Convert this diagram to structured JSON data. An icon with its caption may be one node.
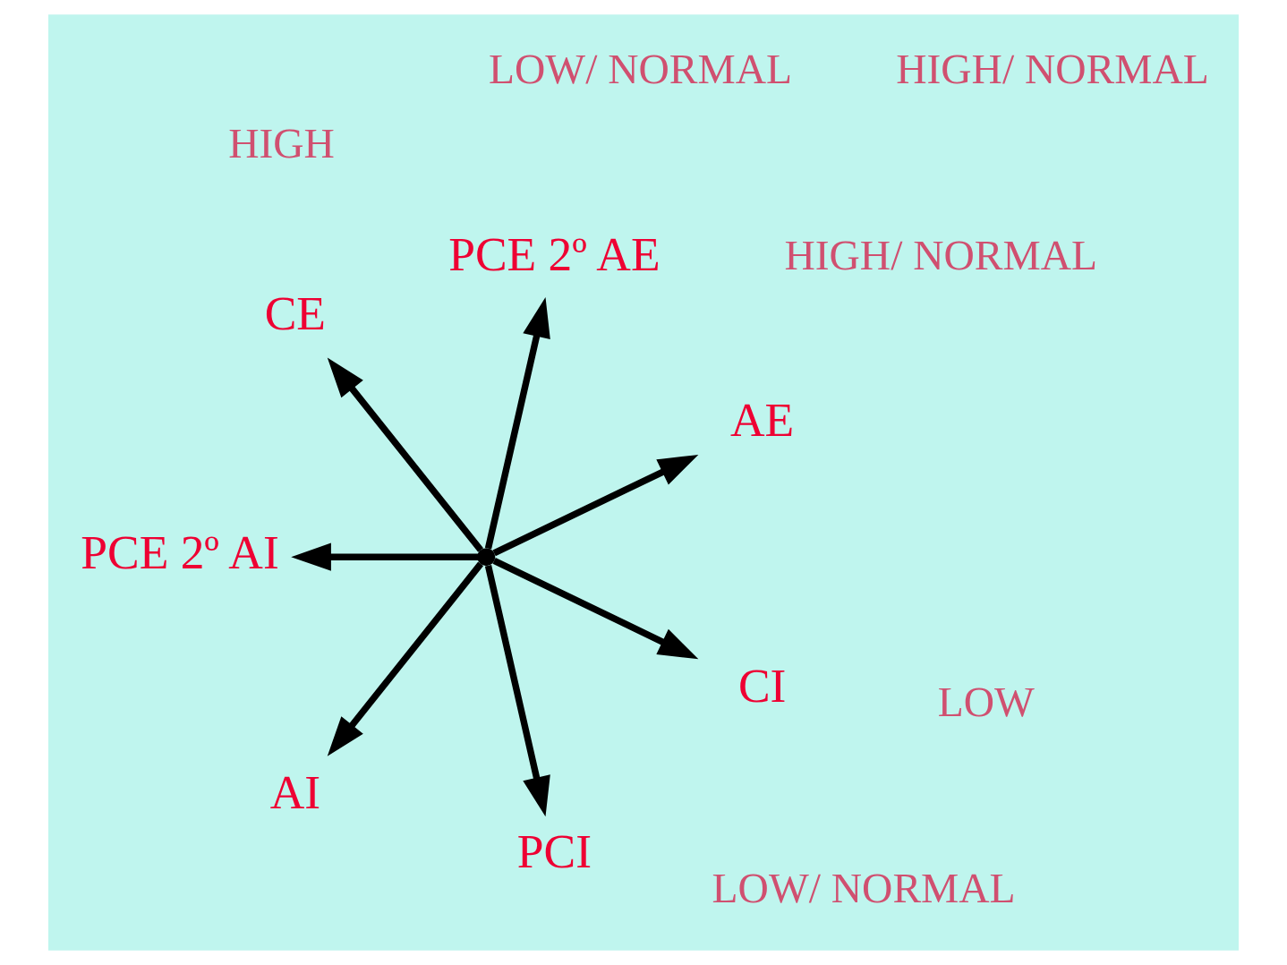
{
  "diagram": {
    "nodes": [
      {
        "text": [],
        "shape": "circle"
      },
      {
        "text": [
          "AE"
        ]
      },
      {
        "text": [
          "PCE 2º AE"
        ]
      },
      {
        "text": [
          "CE"
        ]
      },
      {
        "text": [
          "PCE 2º AI"
        ]
      },
      {
        "text": [
          "AI"
        ]
      },
      {
        "text": [
          "PCI"
        ]
      },
      {
        "text": [
          "CI"
        ]
      }
    ],
    "edges": [
      {
        "from": 0,
        "to": 1,
        "arrow": "to"
      },
      {
        "from": 0,
        "to": 2,
        "arrow": "to"
      },
      {
        "from": 0,
        "to": 3,
        "arrow": "to"
      },
      {
        "from": 0,
        "to": 4,
        "arrow": "to"
      },
      {
        "from": 0,
        "to": 5,
        "arrow": "to"
      },
      {
        "from": 0,
        "to": 6,
        "arrow": "to"
      },
      {
        "from": 0,
        "to": 7,
        "arrow": "to"
      }
    ],
    "labels": [
      "HIGH/ NORMAL",
      "LOW/ NORMAL",
      "LOW",
      "HIGH",
      "HIGH/ NORMAL",
      "LOW/ NORMAL"
    ]
  }
}
